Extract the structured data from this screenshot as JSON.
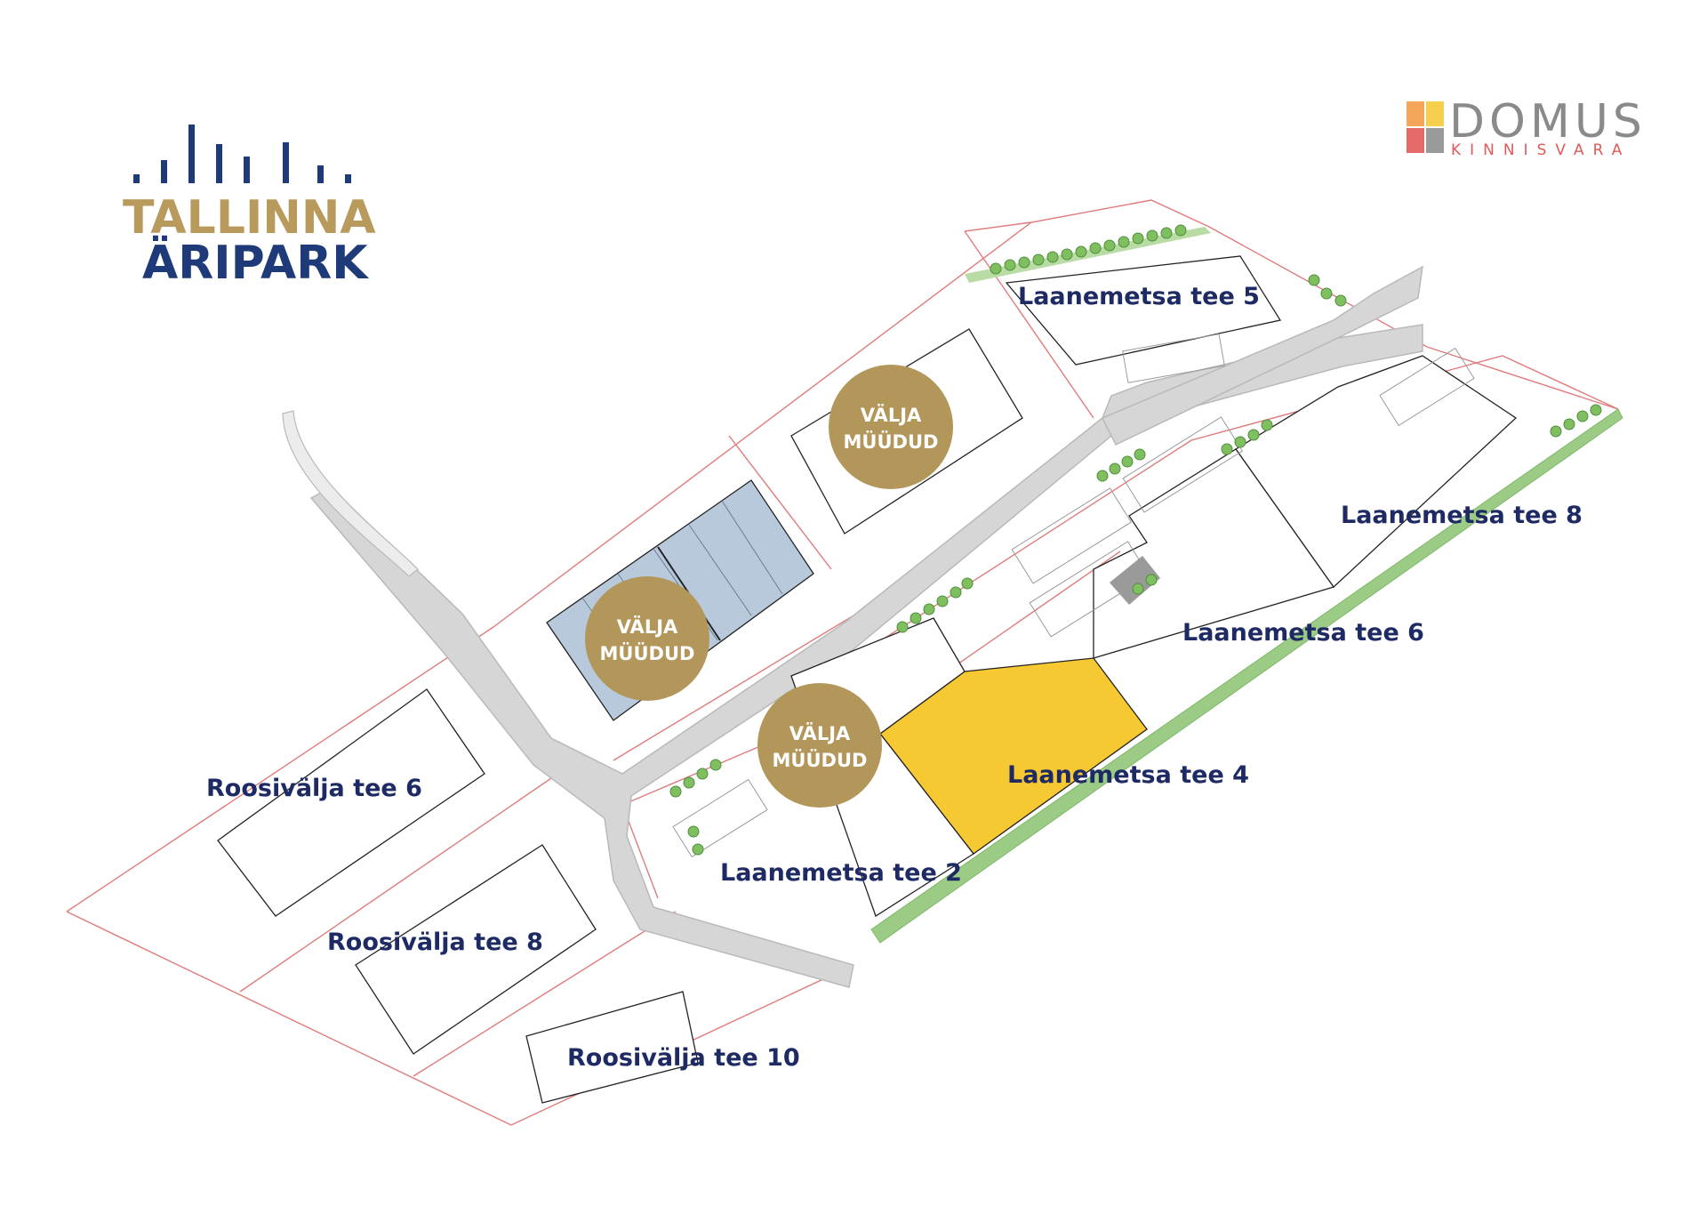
{
  "colors": {
    "parcel_line": "#e07b7b",
    "road": "#d6d6d6",
    "road_edge": "#b9b9b9",
    "green_strip": "#9ccb86",
    "tree": "#7fbf5f",
    "highlight": "#f6c832",
    "sold_blue": "#b8c9dc",
    "badge_gold": "#b3975a",
    "label_navy": "#1e2a63",
    "logo_gold": "#b79a5c",
    "logo_navy": "#1e3a78",
    "domus_grey": "#8a8a8a",
    "domus_red": "#e05a5a"
  },
  "logo": {
    "line1": "TALLINNA",
    "line2": "ÄRIPARK"
  },
  "brand": {
    "name": "DOMUS",
    "sub": "KINNISVARA"
  },
  "badges": {
    "line1": "VÄLJA",
    "line2": "MÜÜDUD"
  },
  "plots": [
    {
      "id": "laanemetsa-5",
      "label": "Laanemetsa tee 5",
      "status": "available"
    },
    {
      "id": "laanemetsa-8",
      "label": "Laanemetsa tee 8",
      "status": "available"
    },
    {
      "id": "laanemetsa-6",
      "label": "Laanemetsa tee 6",
      "status": "available"
    },
    {
      "id": "laanemetsa-4",
      "label": "Laanemetsa tee 4",
      "status": "highlighted"
    },
    {
      "id": "laanemetsa-2",
      "label": "Laanemetsa tee 2",
      "status": "available"
    },
    {
      "id": "roosivalja-6",
      "label": "Roosivälja tee 6",
      "status": "available"
    },
    {
      "id": "roosivalja-8",
      "label": "Roosivälja tee 8",
      "status": "available"
    },
    {
      "id": "roosivalja-10",
      "label": "Roosivälja tee 10",
      "status": "available"
    }
  ],
  "sold_count": 3
}
